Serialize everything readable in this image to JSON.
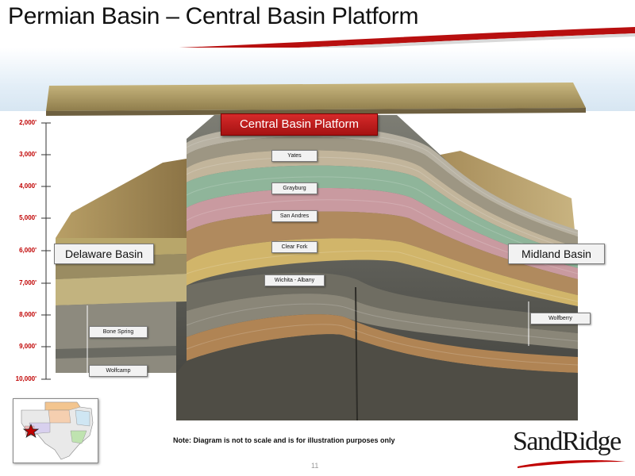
{
  "title": "Permian Basin – Central Basin Platform",
  "central_label": "Central Basin Platform",
  "basins": {
    "left": "Delaware Basin",
    "right": "Midland Basin"
  },
  "depth_labels": [
    "2,000'",
    "3,000'",
    "4,000'",
    "5,000'",
    "6,000'",
    "7,000'",
    "8,000'",
    "9,000'",
    "10,000'"
  ],
  "formations": {
    "yates": "Yates",
    "grayburg": "Grayburg",
    "san_andres": "San Andres",
    "clear_fork": "Clear Fork",
    "wichita_albany": "Wichita - Albany",
    "bone_spring": "Bone Spring",
    "wolfcamp": "Wolfcamp",
    "wolfberry": "Wolfberry"
  },
  "note": "Note: Diagram is not to scale and is for illustration purposes only",
  "page_number": "11",
  "logo_text": "SandRidge",
  "colors": {
    "accent_red": "#c00000",
    "platform_box": "#b51818",
    "green_layer": "#8fb59a",
    "pink_layer": "#c99aa0"
  }
}
